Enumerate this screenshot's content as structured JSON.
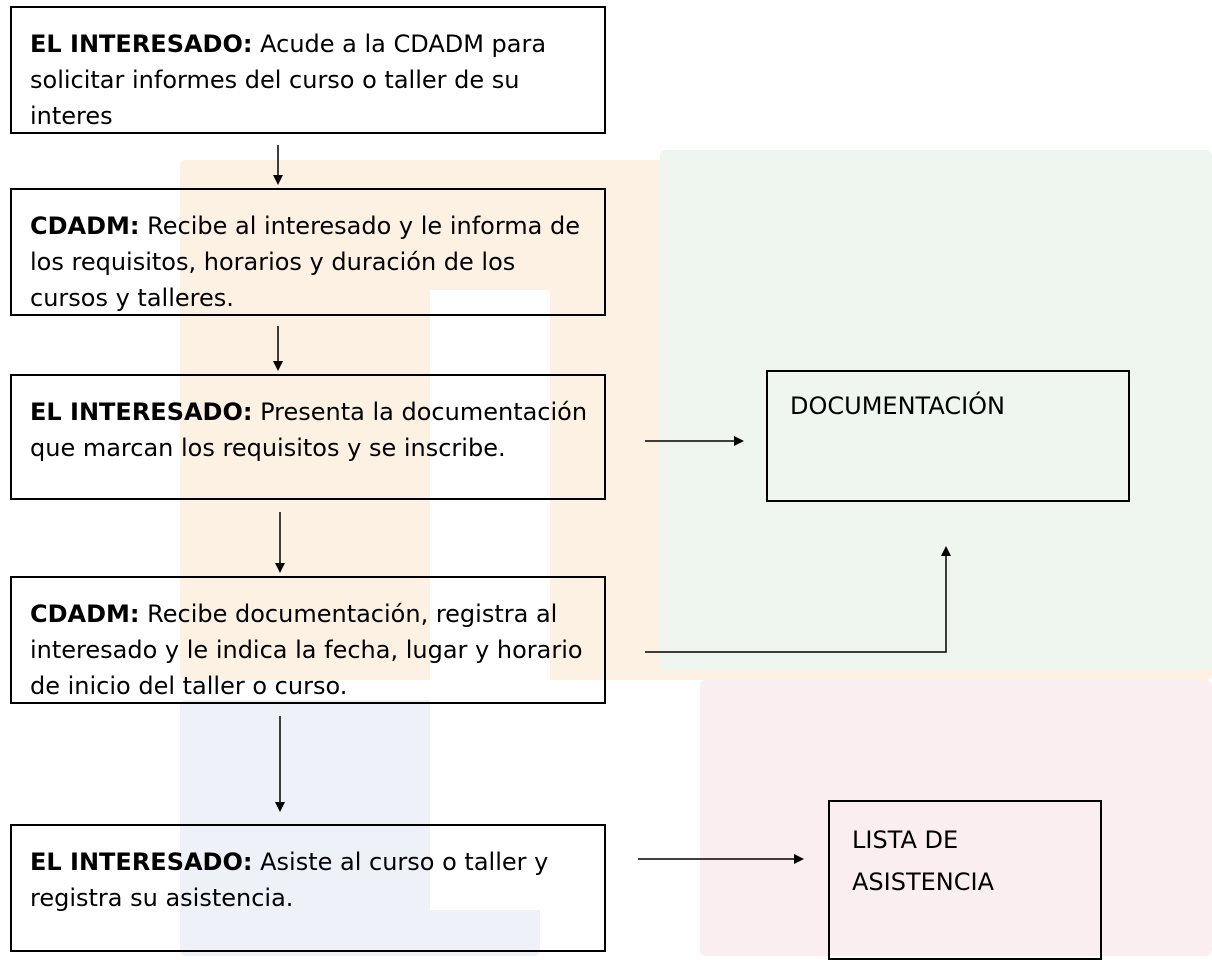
{
  "steps": [
    {
      "actor": "EL INTERESADO:",
      "text": "Acude a la CDADM para solicitar informes del curso o taller de su interes"
    },
    {
      "actor": "CDADM:",
      "text": "Recibe al interesado y le informa de los requisitos, horarios y duración de los cursos y talleres."
    },
    {
      "actor": "EL INTERESADO:",
      "text": "Presenta la documentación que marcan los requisitos y se inscribe."
    },
    {
      "actor": "CDADM:",
      "text": "Recibe documentación, registra al interesado y le indica la fecha, lugar y horario de inicio del taller o curso."
    },
    {
      "actor": "EL INTERESADO:",
      "text": "Asiste al curso o taller y registra su asistencia."
    }
  ],
  "outputs": {
    "documentacion": "DOCUMENTACIÓN",
    "lista_line1": "LISTA DE",
    "lista_line2": "ASISTENCIA"
  },
  "colors": {
    "border": "#000000",
    "watermark_orange": "#fdf1e4",
    "watermark_green": "#eef6ef",
    "watermark_blue": "#eef1f8",
    "watermark_pink": "#fbeef1"
  }
}
